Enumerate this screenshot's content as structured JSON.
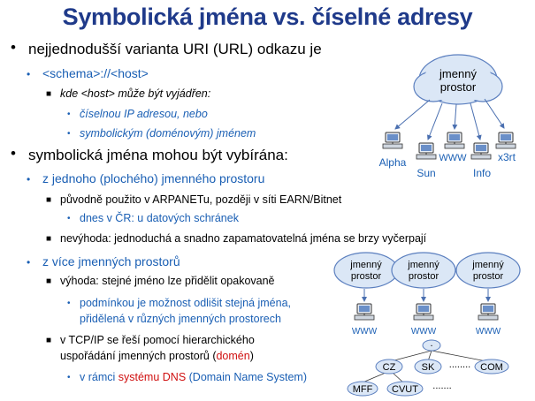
{
  "title": "Symbolická jména vs. číselné adresy",
  "bullets": {
    "l1": "nejjednodušší varianta URI (URL) odkazu je",
    "l2": "<schema>://<host>",
    "l3": "kde <host> může být vyjádřen:",
    "l4": "číselnou IP adresou, nebo",
    "l5": "symbolickým (doménovým) jménem",
    "l6": "symbolická jména mohou být vybírána:",
    "l7": "z jednoho  (plochého) jmenného prostoru",
    "l8": "původně použito v ARPANETu, později v síti EARN/Bitnet",
    "l9": "dnes v ČR: u datových schránek",
    "l10": "nevýhoda: jednoduchá a snadno zapamatovatelná jména se brzy vyčerpají",
    "l11": "z více jmenných prostorů",
    "l12": "výhoda: stejné jméno lze přidělit opakovaně",
    "l13a": "podmínkou je možnost odlišit stejná jména,",
    "l13b": "přidělená v různých jmenných prostorech",
    "l14a": "v TCP/IP se řeší pomocí hierarchického",
    "l14b_pre": "uspořádání jmenných prostorů (",
    "l14b_red": "domén",
    "l14b_post": ")",
    "l15_pre": "v rámci ",
    "l15_red": "systému DNS",
    "l15_post": " (Domain Name System)"
  },
  "diagram_top": {
    "cloud_label_1": "jmenný",
    "cloud_label_2": "prostor",
    "hosts": [
      "Alpha",
      "Sun",
      "WWW",
      "Info",
      "x3rt"
    ]
  },
  "diagram_bottom": {
    "clouds": [
      {
        "l1": "jmenný",
        "l2": "prostor"
      },
      {
        "l1": "jmenný",
        "l2": "prostor"
      },
      {
        "l1": "jmenný",
        "l2": "prostor"
      }
    ],
    "www": [
      "WWW",
      "WWW",
      "WWW"
    ],
    "root": ".",
    "level1": [
      "CZ",
      "SK",
      "COM"
    ],
    "level1_dots": "........",
    "level2": [
      "MFF",
      "CVUT"
    ],
    "level2_dots": "......."
  },
  "colors": {
    "title": "#1f3a8a",
    "bullet_blue": "#1a5fb4",
    "highlight_red": "#d01010",
    "cloud_fill": "#dbe7f6",
    "cloud_stroke": "#5b7fbf"
  }
}
